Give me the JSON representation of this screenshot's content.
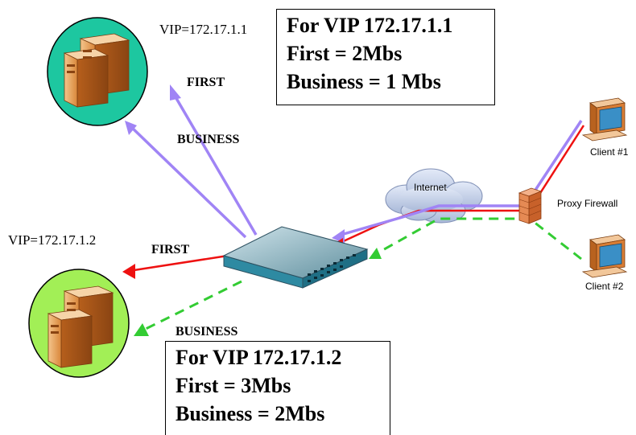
{
  "servers": [
    {
      "vip_label": "VIP=172.17.1.1",
      "fill": "#1dc7a0"
    },
    {
      "vip_label": "VIP=172.17.1.2",
      "fill": "#a2ef56"
    }
  ],
  "boxes": [
    {
      "title": "For  VIP 172.17.1.1",
      "line1": "First = 2Mbs",
      "line2": "Business = 1 Mbs"
    },
    {
      "title": "For  VIP 172.17.1.2",
      "line1": "First = 3Mbs",
      "line2": "Business = 2Mbs"
    }
  ],
  "path_labels": {
    "first_1": "FIRST",
    "business_1": "BUSINESS",
    "first_2": "FIRST",
    "business_2": "BUSINESS"
  },
  "nodes": {
    "internet": "Internet",
    "firewall": "Proxy Firewall",
    "client1": "Client #1",
    "client2": "Client #2"
  },
  "colors": {
    "first_path": "#ee1111",
    "business_path": "#a084f5",
    "class2_path": "#33cc33"
  }
}
